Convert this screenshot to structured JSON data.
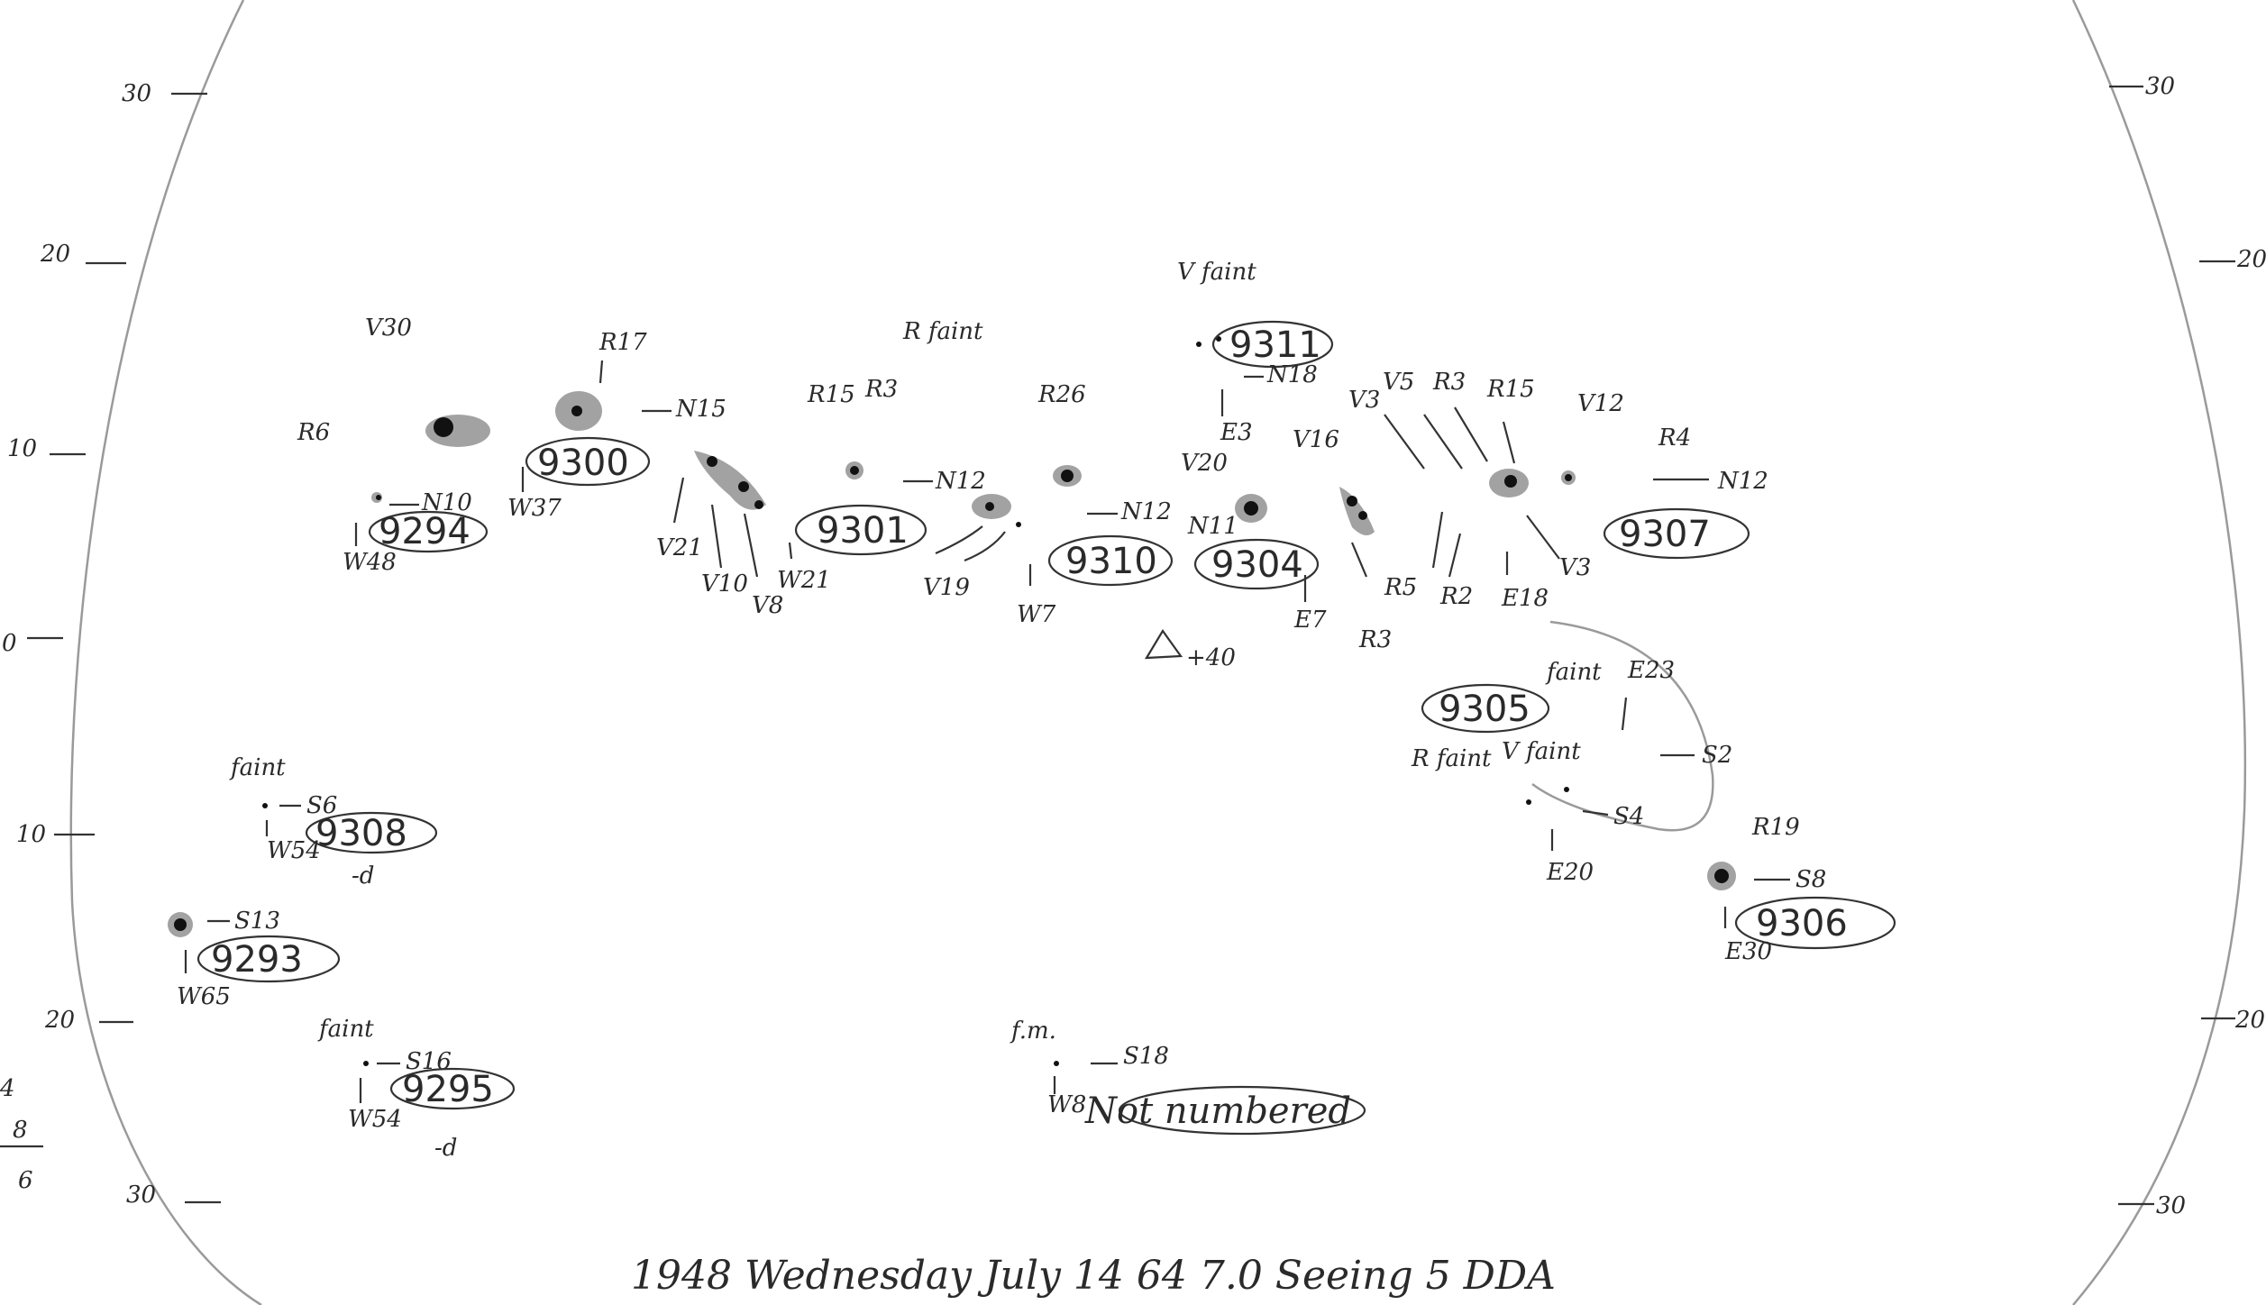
{
  "latitude_marks": {
    "left": [
      "30",
      "20",
      "10",
      "0",
      "10",
      "20",
      "30"
    ],
    "right": [
      "30",
      "20",
      "20",
      "30"
    ]
  },
  "margin_notes": {
    "n1": "4",
    "n2": "8",
    "n3": "6"
  },
  "groups": [
    {
      "id": "g9294",
      "number": "9294",
      "pos": "N10",
      "dist": "W48",
      "note": "R6"
    },
    {
      "id": "g9300",
      "number": "9300",
      "pos": "N15",
      "dist": "W37",
      "note": "R17"
    },
    {
      "id": "g9301",
      "number": "9301",
      "pos": "N12",
      "dist": "W21",
      "note": "R15 R3"
    },
    {
      "id": "g9310",
      "number": "9310",
      "pos": "N12",
      "dist": "W7",
      "note": "R26"
    },
    {
      "id": "g9304",
      "number": "9304",
      "pos": "N11",
      "dist": "E7",
      "note": "V20"
    },
    {
      "id": "g9311",
      "number": "9311",
      "pos": "N18",
      "dist": "E3",
      "note": "V faint"
    },
    {
      "id": "g9307",
      "number": "9307",
      "pos": "N12",
      "dist": "E18",
      "note": "R4"
    },
    {
      "id": "g9305",
      "number": "9305",
      "pos": "S2",
      "dist": "E23",
      "note": "faint"
    },
    {
      "id": "g9306",
      "number": "9306",
      "pos": "S8",
      "dist": "E30",
      "note": "R19"
    },
    {
      "id": "g9308",
      "number": "9308",
      "pos": "S6",
      "dist": "W54",
      "note": "faint"
    },
    {
      "id": "g9293",
      "number": "9293",
      "pos": "S13",
      "dist": "W65",
      "note": ""
    },
    {
      "id": "g9295",
      "number": "9295",
      "pos": "S16",
      "dist": "W54",
      "note": "faint"
    }
  ],
  "labels": {
    "v30": "V30",
    "r17": "R17",
    "rfaint": "R faint",
    "r15a": "R15",
    "r3a": "R3",
    "r26": "R26",
    "vfaint": "V faint",
    "v3": "V3",
    "v5": "V5",
    "r3b": "R3",
    "r15b": "R15",
    "v12": "V12",
    "v16": "V16",
    "v20": "V20",
    "n11": "N11",
    "v21": "V21",
    "v10": "V10",
    "v8": "V8",
    "v19": "V19",
    "r5": "R5",
    "r2": "R2",
    "r3c": "R3",
    "v3b": "V3",
    "plus40": "+40",
    "rfaint2": "R faint",
    "vfaint2": "V faint",
    "s4": "S4",
    "e20": "E20",
    "d1": "-d",
    "d2": "-d",
    "fm": "f.m.",
    "s18": "S18",
    "w8": "W8",
    "not_numbered": "Not numbered"
  },
  "footer": "1948 Wednesday July 14 64 7.0 Seeing 5 DDA"
}
